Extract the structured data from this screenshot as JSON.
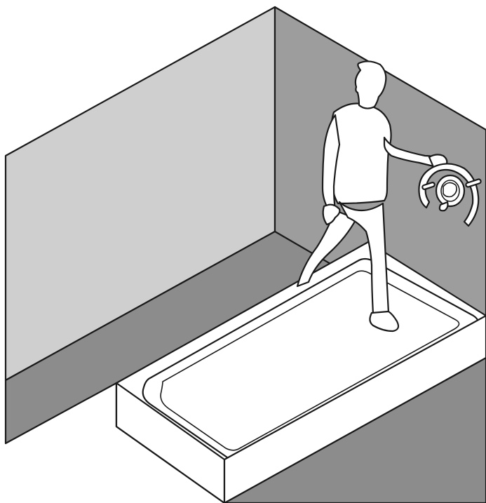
{
  "colors": {
    "left_wall": "#cfcfcf",
    "back_wall": "#9d9d9d",
    "floor": "#8c8c8c",
    "tub": "#ffffff",
    "figure": "#ffffff",
    "line": "#1a1a1a"
  },
  "icons": {
    "person": "person-stepping-into-bathtub",
    "grab_rail": "wall-mounted-grab-rail",
    "tap": "bath-mixer-tap"
  }
}
